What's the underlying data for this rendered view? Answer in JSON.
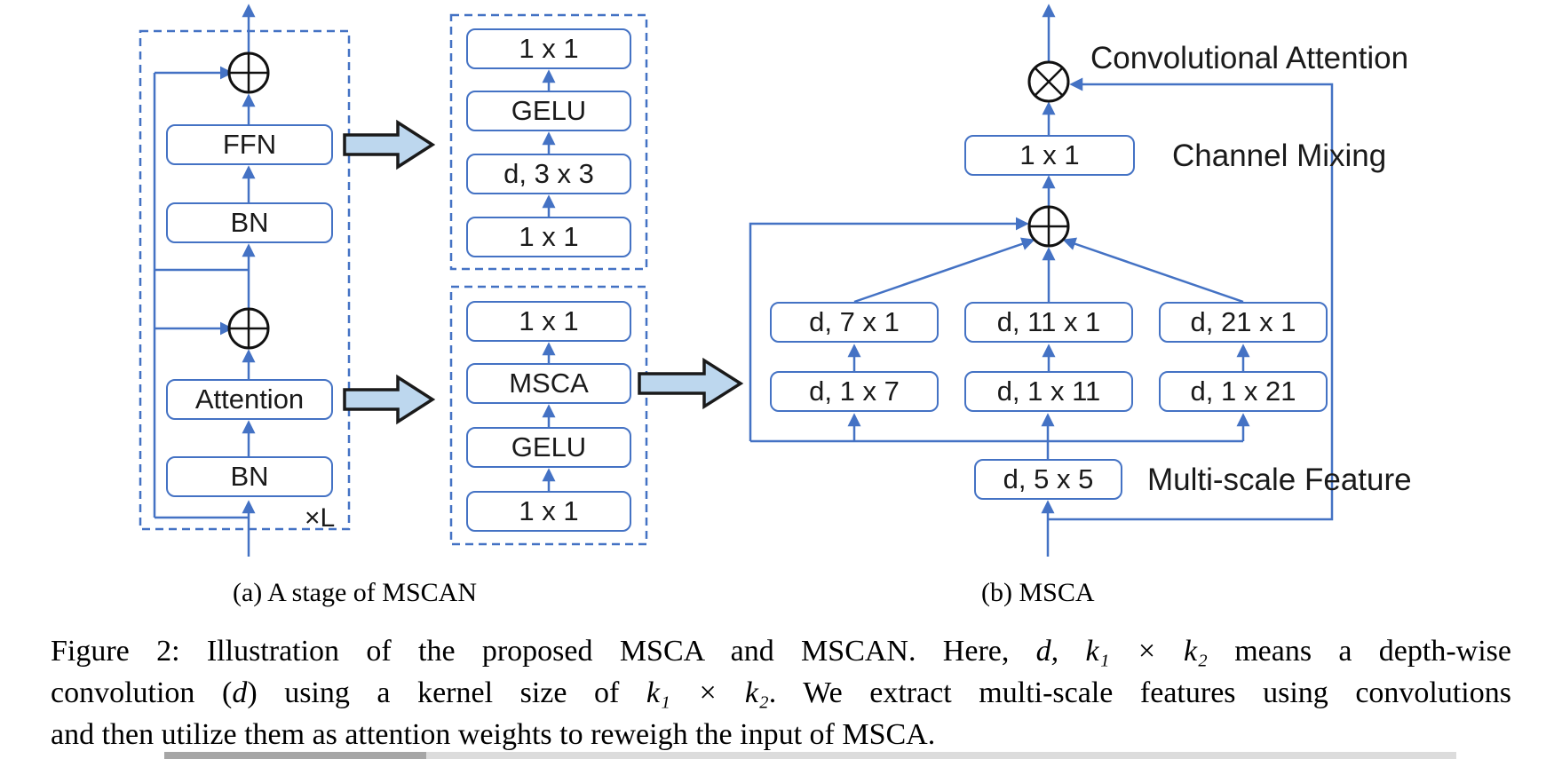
{
  "figure": {
    "panel_a": {
      "caption": "(a) A stage of MSCAN",
      "repeat_label": "×L",
      "ffn": "FFN",
      "bn_top": "BN",
      "attention": "Attention",
      "bn_bottom": "BN"
    },
    "ffn_detail": {
      "items": [
        "1 x 1",
        "GELU",
        "d, 3 x 3",
        "1 x 1"
      ]
    },
    "attn_detail": {
      "items": [
        "1 x 1",
        "MSCA",
        "GELU",
        "1 x 1"
      ]
    },
    "panel_b": {
      "caption": "(b) MSCA",
      "conv_attention_label": "Convolutional Attention",
      "channel_mixing_label": "Channel Mixing",
      "multi_scale_label": "Multi-scale Feature",
      "mix_1x1": "1 x 1",
      "row1": [
        "d, 7 x 1",
        "d, 11 x 1",
        "d, 21 x 1"
      ],
      "row2": [
        "d, 1 x 7",
        "d, 1 x 11",
        "d, 1 x 21"
      ],
      "dw_5x5": "d, 5 x 5"
    },
    "caption": {
      "line1_pre": "Figure 2: Illustration of the proposed MSCA and MSCAN. Here, ",
      "line1_math": "d, k₁ × k₂",
      "line1_post": " means a depth-wise",
      "line2_pre": "convolution (",
      "line2_math1": "d",
      "line2_mid": ") using a kernel size of ",
      "line2_math2": "k₁ × k₂",
      "line2_post": ". We extract multi-scale features using convolutions",
      "line3": "and then utilize them as attention weights to reweigh the input of MSCA."
    }
  },
  "colors": {
    "line_blue": "#4472C4",
    "block_arrow_fill": "#BDD7EE",
    "scrollbar_track": "#dcdcdc",
    "scrollbar_thumb": "#a6a6a6"
  }
}
